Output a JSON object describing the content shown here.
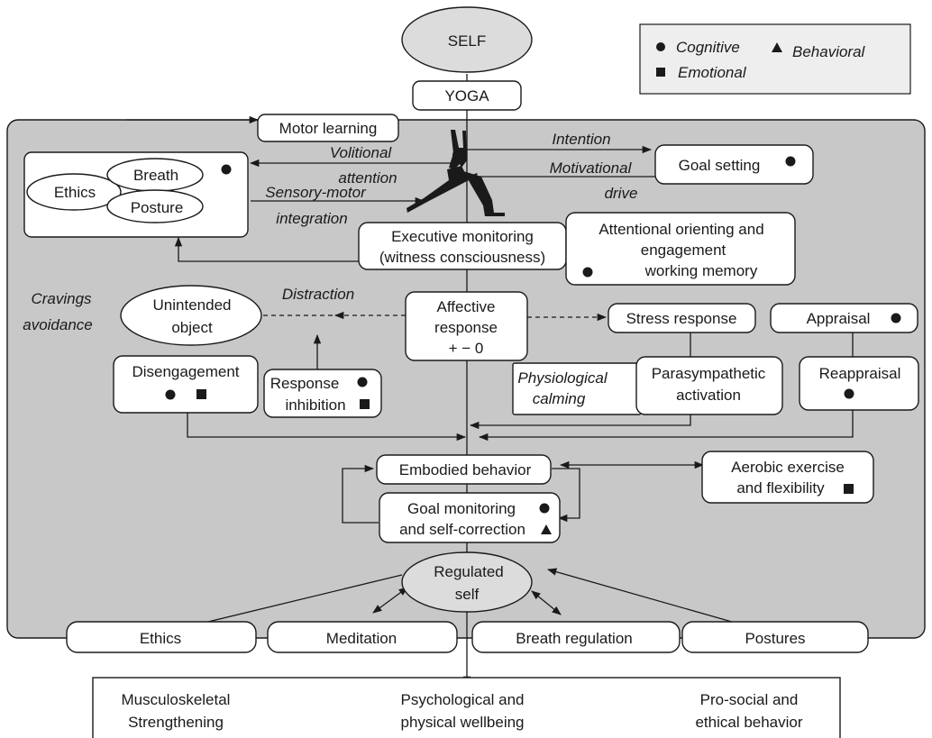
{
  "colors": {
    "panel": "#c8c8c8",
    "ellipse_fill": "#dcdcdc",
    "line": "#1a1a1a",
    "box": "#ffffff"
  },
  "top": {
    "self": "SELF",
    "yoga": "YOGA"
  },
  "legend": {
    "cognitive": "Cognitive",
    "behavioral": "Behavioral",
    "emotional": "Emotional",
    "icons": [
      "circle-marker",
      "triangle-marker",
      "square-marker"
    ]
  },
  "nodes": {
    "motor_learning": "Motor learning",
    "breath": "Breath",
    "ethics_inner": "Ethics",
    "posture": "Posture",
    "volitional": [
      "Volitional",
      "attention"
    ],
    "sensory_motor": [
      "Sensory-motor",
      "integration"
    ],
    "intention": "Intention",
    "motivational": [
      "Motivational",
      "drive"
    ],
    "goal_setting": "Goal setting",
    "executive": [
      "Executive monitoring",
      "(witness consciousness)"
    ],
    "attentional": [
      "Attentional orienting and",
      "engagement",
      "working memory"
    ],
    "cravings": [
      "Cravings",
      "avoidance"
    ],
    "unintended": [
      "Unintended",
      "object"
    ],
    "distraction": "Distraction",
    "affective": [
      "Affective",
      "response",
      "+ − 0"
    ],
    "stress": "Stress response",
    "appraisal": "Appraisal",
    "disengagement": "Disengagement",
    "response_inhibition": [
      "Response",
      "inhibition"
    ],
    "physiological": [
      "Physiological",
      "calming"
    ],
    "parasympathetic": [
      "Parasympathetic",
      "activation"
    ],
    "reappraisal": "Reappraisal",
    "embodied": "Embodied behavior",
    "aerobic": [
      "Aerobic exercise",
      "and flexibility"
    ],
    "goal_monitoring": [
      "Goal monitoring",
      "and self-correction"
    ],
    "regulated": [
      "Regulated",
      "self"
    ]
  },
  "bottom_row": [
    "Ethics",
    "Meditation",
    "Breath regulation",
    "Postures"
  ],
  "outcomes": [
    [
      "Musculoskeletal",
      "Strengthening"
    ],
    [
      "Psychological and",
      "physical wellbeing"
    ],
    [
      "Pro-social and",
      "ethical behavior"
    ]
  ]
}
